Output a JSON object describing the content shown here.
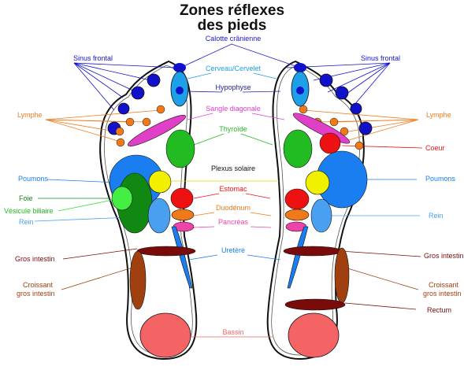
{
  "title": {
    "line1": "Zones réflexes",
    "line2": "des pieds"
  },
  "labels": {
    "calotte": "Calotte crânienne",
    "cerveau": "Cerveau/Cervelet",
    "hypophyse": "Hypophyse",
    "sangle": "Sangle diagonale",
    "thyroide": "Thyroïde",
    "plexus": "Plexus solaire",
    "estomac": "Estomac",
    "duodenum": "Duodénum",
    "pancreas": "Pancréas",
    "uretere": "Uretère",
    "bassin": "Bassin",
    "sinus_left": "Sinus frontal",
    "sinus_right": "Sinus frontal",
    "lymphe_left": "Lymphe",
    "lymphe_right": "Lymphe",
    "coeur": "Coeur",
    "poumons_left": "Poumons",
    "poumons_right": "Poumons",
    "foie": "Foie",
    "vesicule": "Vésicule  biliaire",
    "rein_left": "Rein",
    "rein_right": "Rein",
    "gros_intestin_left": "Gros intestin",
    "gros_intestin_right": "Gros intestin",
    "croissant_left_1": "Croissant",
    "croissant_left_2": "gros intestin",
    "croissant_right_1": "Croissant",
    "croissant_right_2": "gros intestin",
    "rectum": "Rectum"
  },
  "colors": {
    "sinus": "#1111cc",
    "cerveau": "#1ea0e8",
    "hypophyse": "#2222aa",
    "lymphe": "#f07a1a",
    "sangle": "#e040c8",
    "thyroide": "#22bb22",
    "poumons": "#1a7ef0",
    "plexus": "#f0f000",
    "estomac": "#ee1111",
    "duodenum": "#f07a1a",
    "pancreas": "#ee44aa",
    "foie": "#118811",
    "vesicule": "#44ee44",
    "rein": "#4aa0f0",
    "uretere": "#1a7ef0",
    "gros_intestin": "#7a0b0b",
    "croissant": "#a04010",
    "bassin": "#f46464",
    "coeur": "#ee1111",
    "plexus_label": "#000000"
  }
}
